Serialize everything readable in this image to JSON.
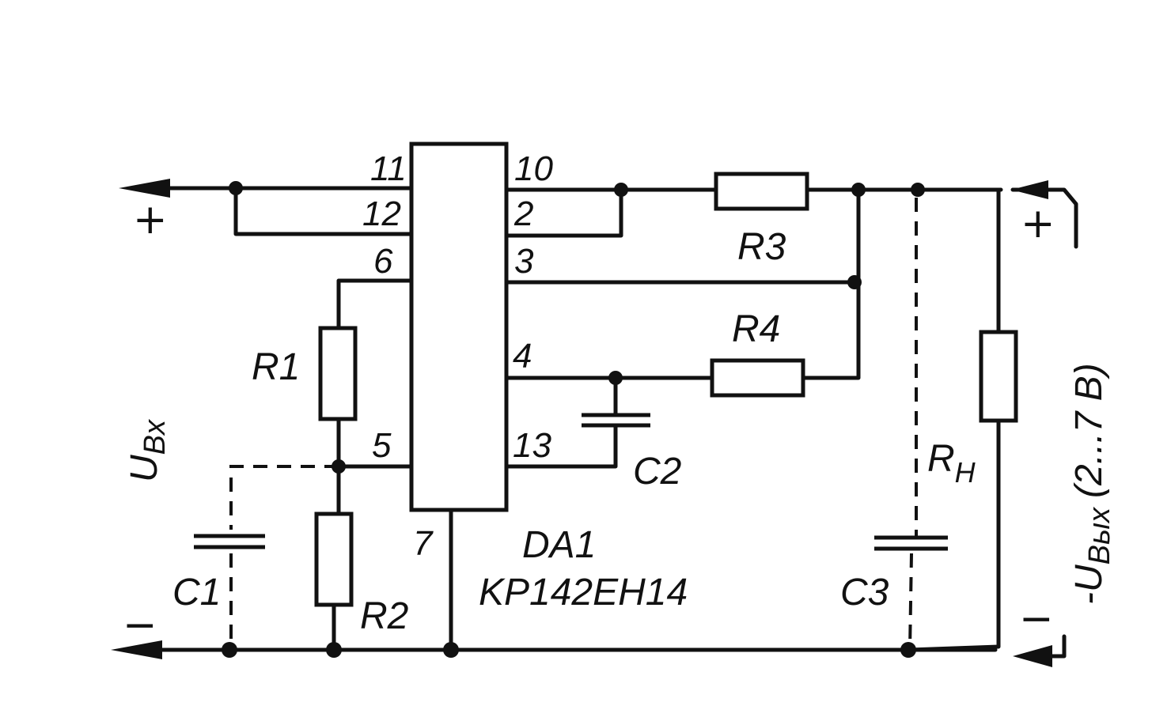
{
  "chip": {
    "ref": "DA1",
    "part": "KP142EH14",
    "pins": {
      "p11": "11",
      "p12": "12",
      "p6": "6",
      "p5": "5",
      "p7": "7",
      "p10": "10",
      "p2": "2",
      "p3": "3",
      "p4": "4",
      "p13": "13"
    }
  },
  "components": {
    "r1": "R1",
    "r2": "R2",
    "r3": "R3",
    "r4": "R4",
    "rn": "R",
    "rn_sub": "H",
    "c1": "C1",
    "c2": "C2",
    "c3": "C3"
  },
  "input": {
    "plus": "+",
    "minus": "−",
    "label": "U",
    "label_sub": "Bx"
  },
  "output": {
    "plus": "+",
    "minus": "−",
    "label": "-U",
    "label_sub": "Bых",
    "range": "(2...7 B)"
  }
}
